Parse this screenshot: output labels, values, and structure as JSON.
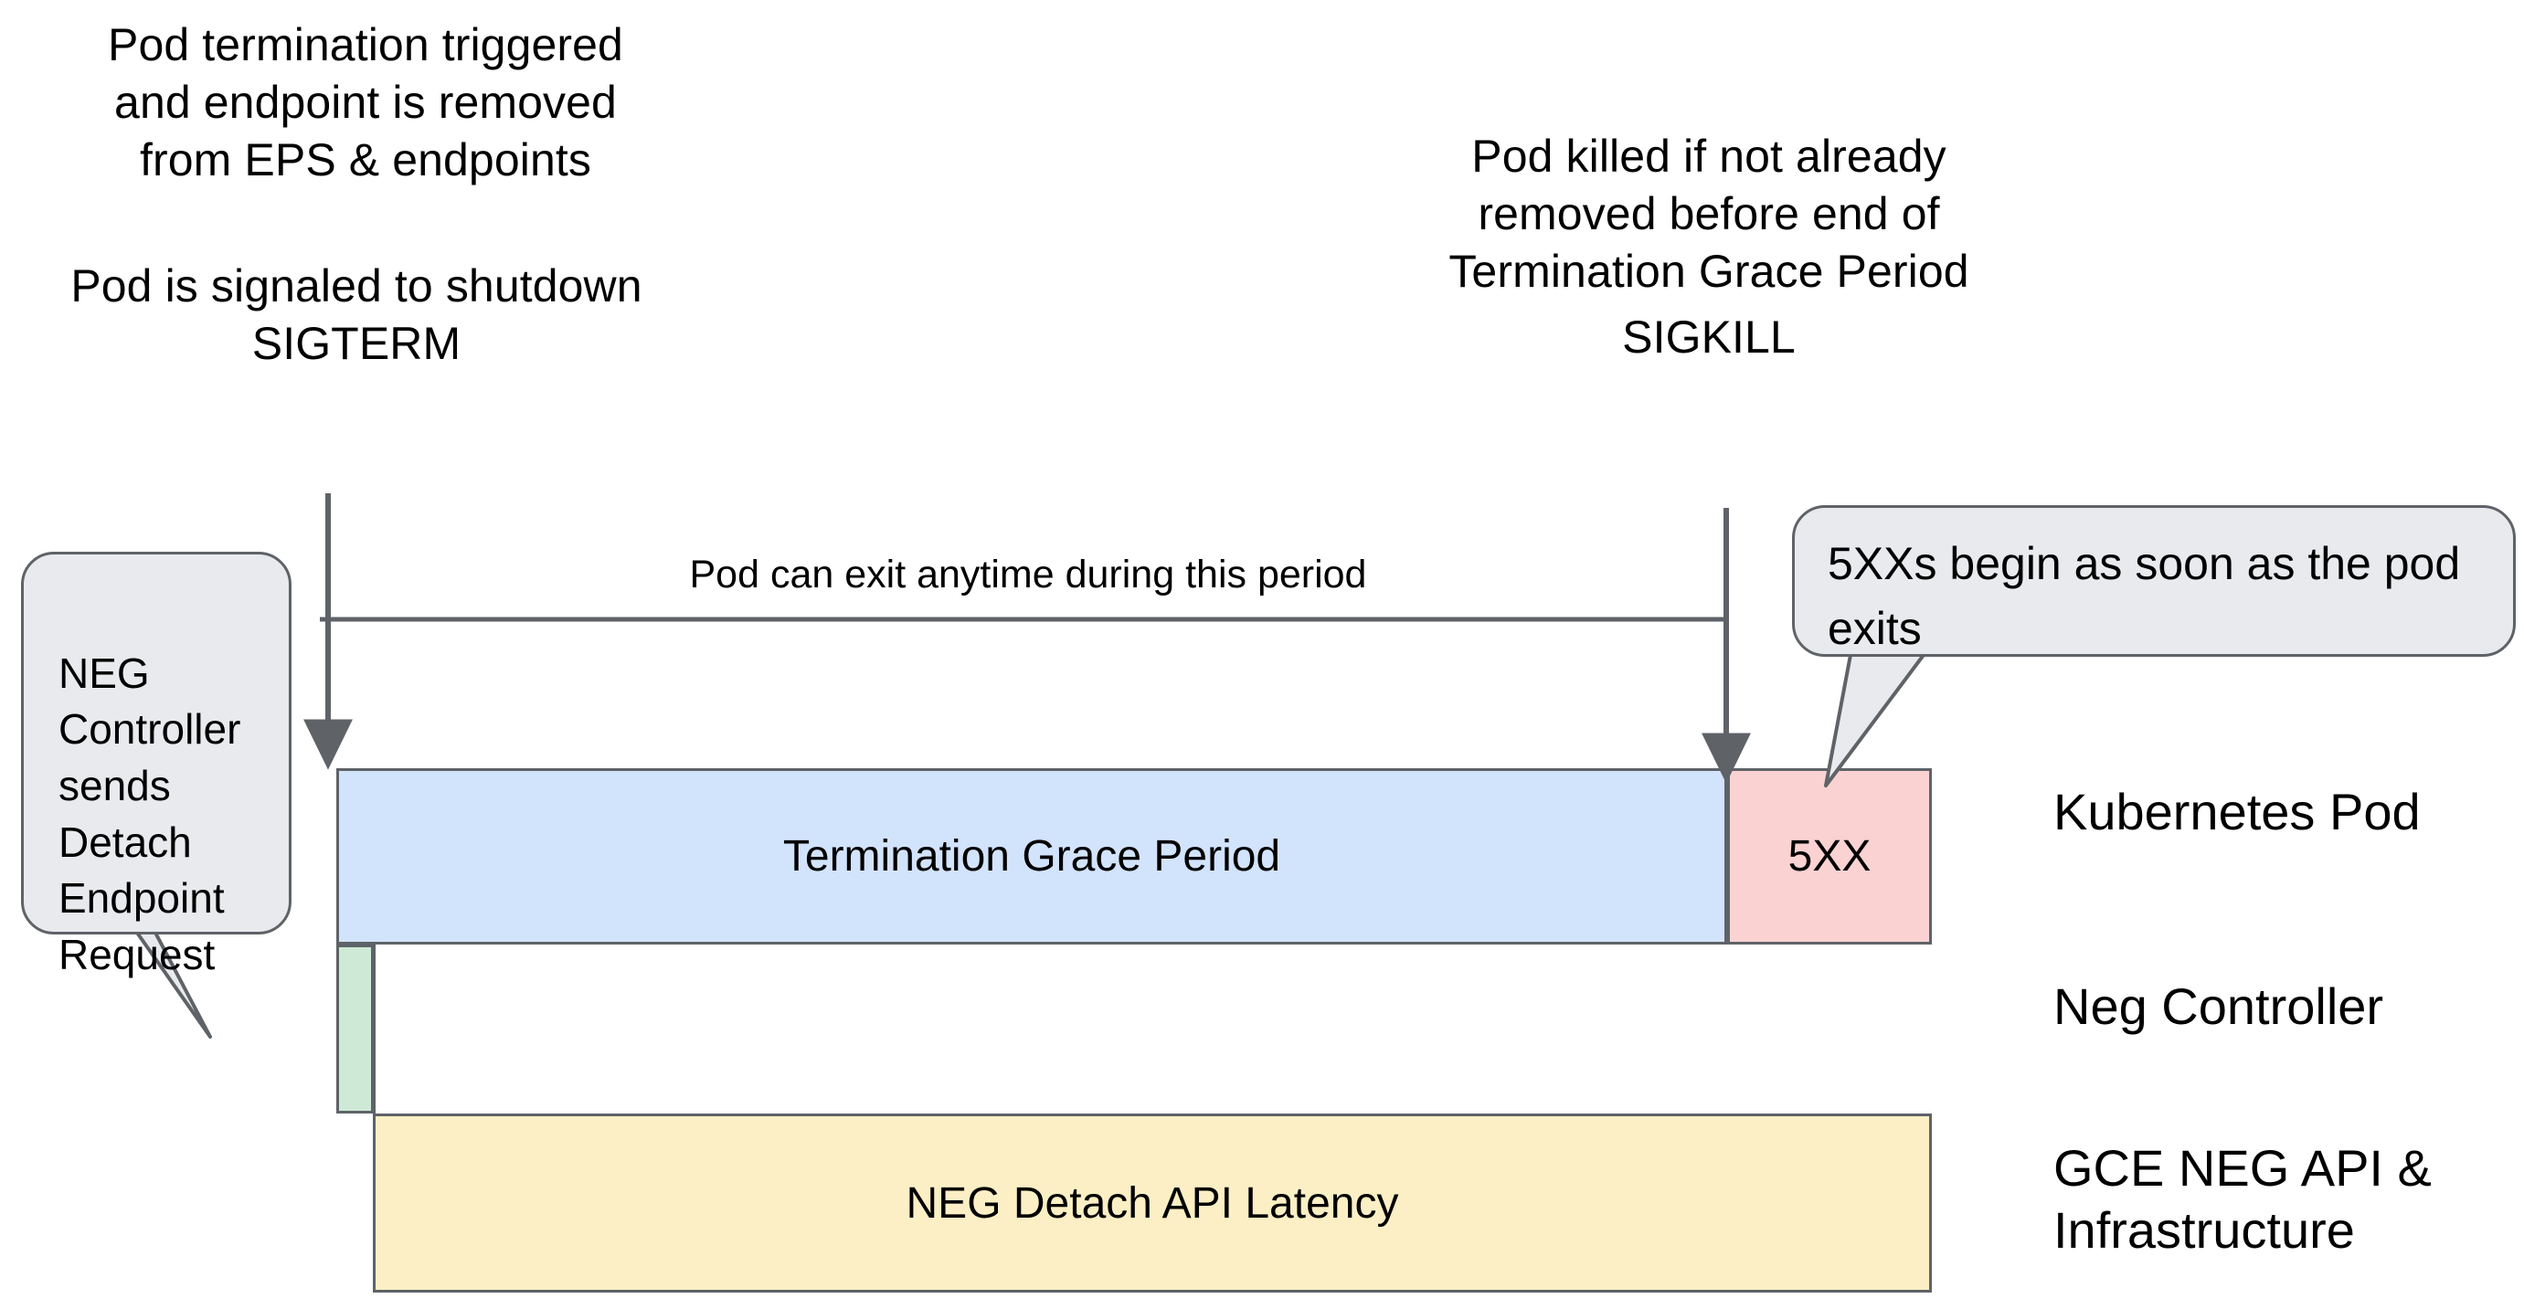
{
  "diagram": {
    "title": "Kubernetes Pod termination and NEG detach timeline",
    "notes": {
      "left_top": "Pod termination triggered\nand endpoint is removed\nfrom EPS & endpoints",
      "left_bottom": "Pod is signaled to shutdown\nSIGTERM",
      "right_top": "Pod killed if not already\nremoved before end of\nTermination Grace Period",
      "right_bottom": "SIGKILL"
    },
    "span_label": "Pod can exit anytime during this period",
    "callouts": {
      "neg_controller": "NEG\nController\nsends\nDetach\nEndpoint\nRequest",
      "five_xx": "5XXs begin as soon as the pod exits"
    },
    "bars": {
      "termination_grace_period": "Termination Grace Period",
      "five_xx": "5XX",
      "neg_controller": "",
      "neg_detach_latency": "NEG Detach API Latency"
    },
    "lane_labels": {
      "pod": "Kubernetes Pod",
      "neg_controller": "Neg Controller",
      "gce": "GCE NEG API &\nInfrastructure"
    },
    "colors": {
      "termination_grace_period": "#d2e3fc",
      "five_xx": "#fad2d2",
      "neg_controller": "#ceead6",
      "neg_detach_latency": "#fcefc5",
      "callout_fill": "#e8eaed",
      "stroke": "#5f6368",
      "background": "#ffffff"
    }
  }
}
